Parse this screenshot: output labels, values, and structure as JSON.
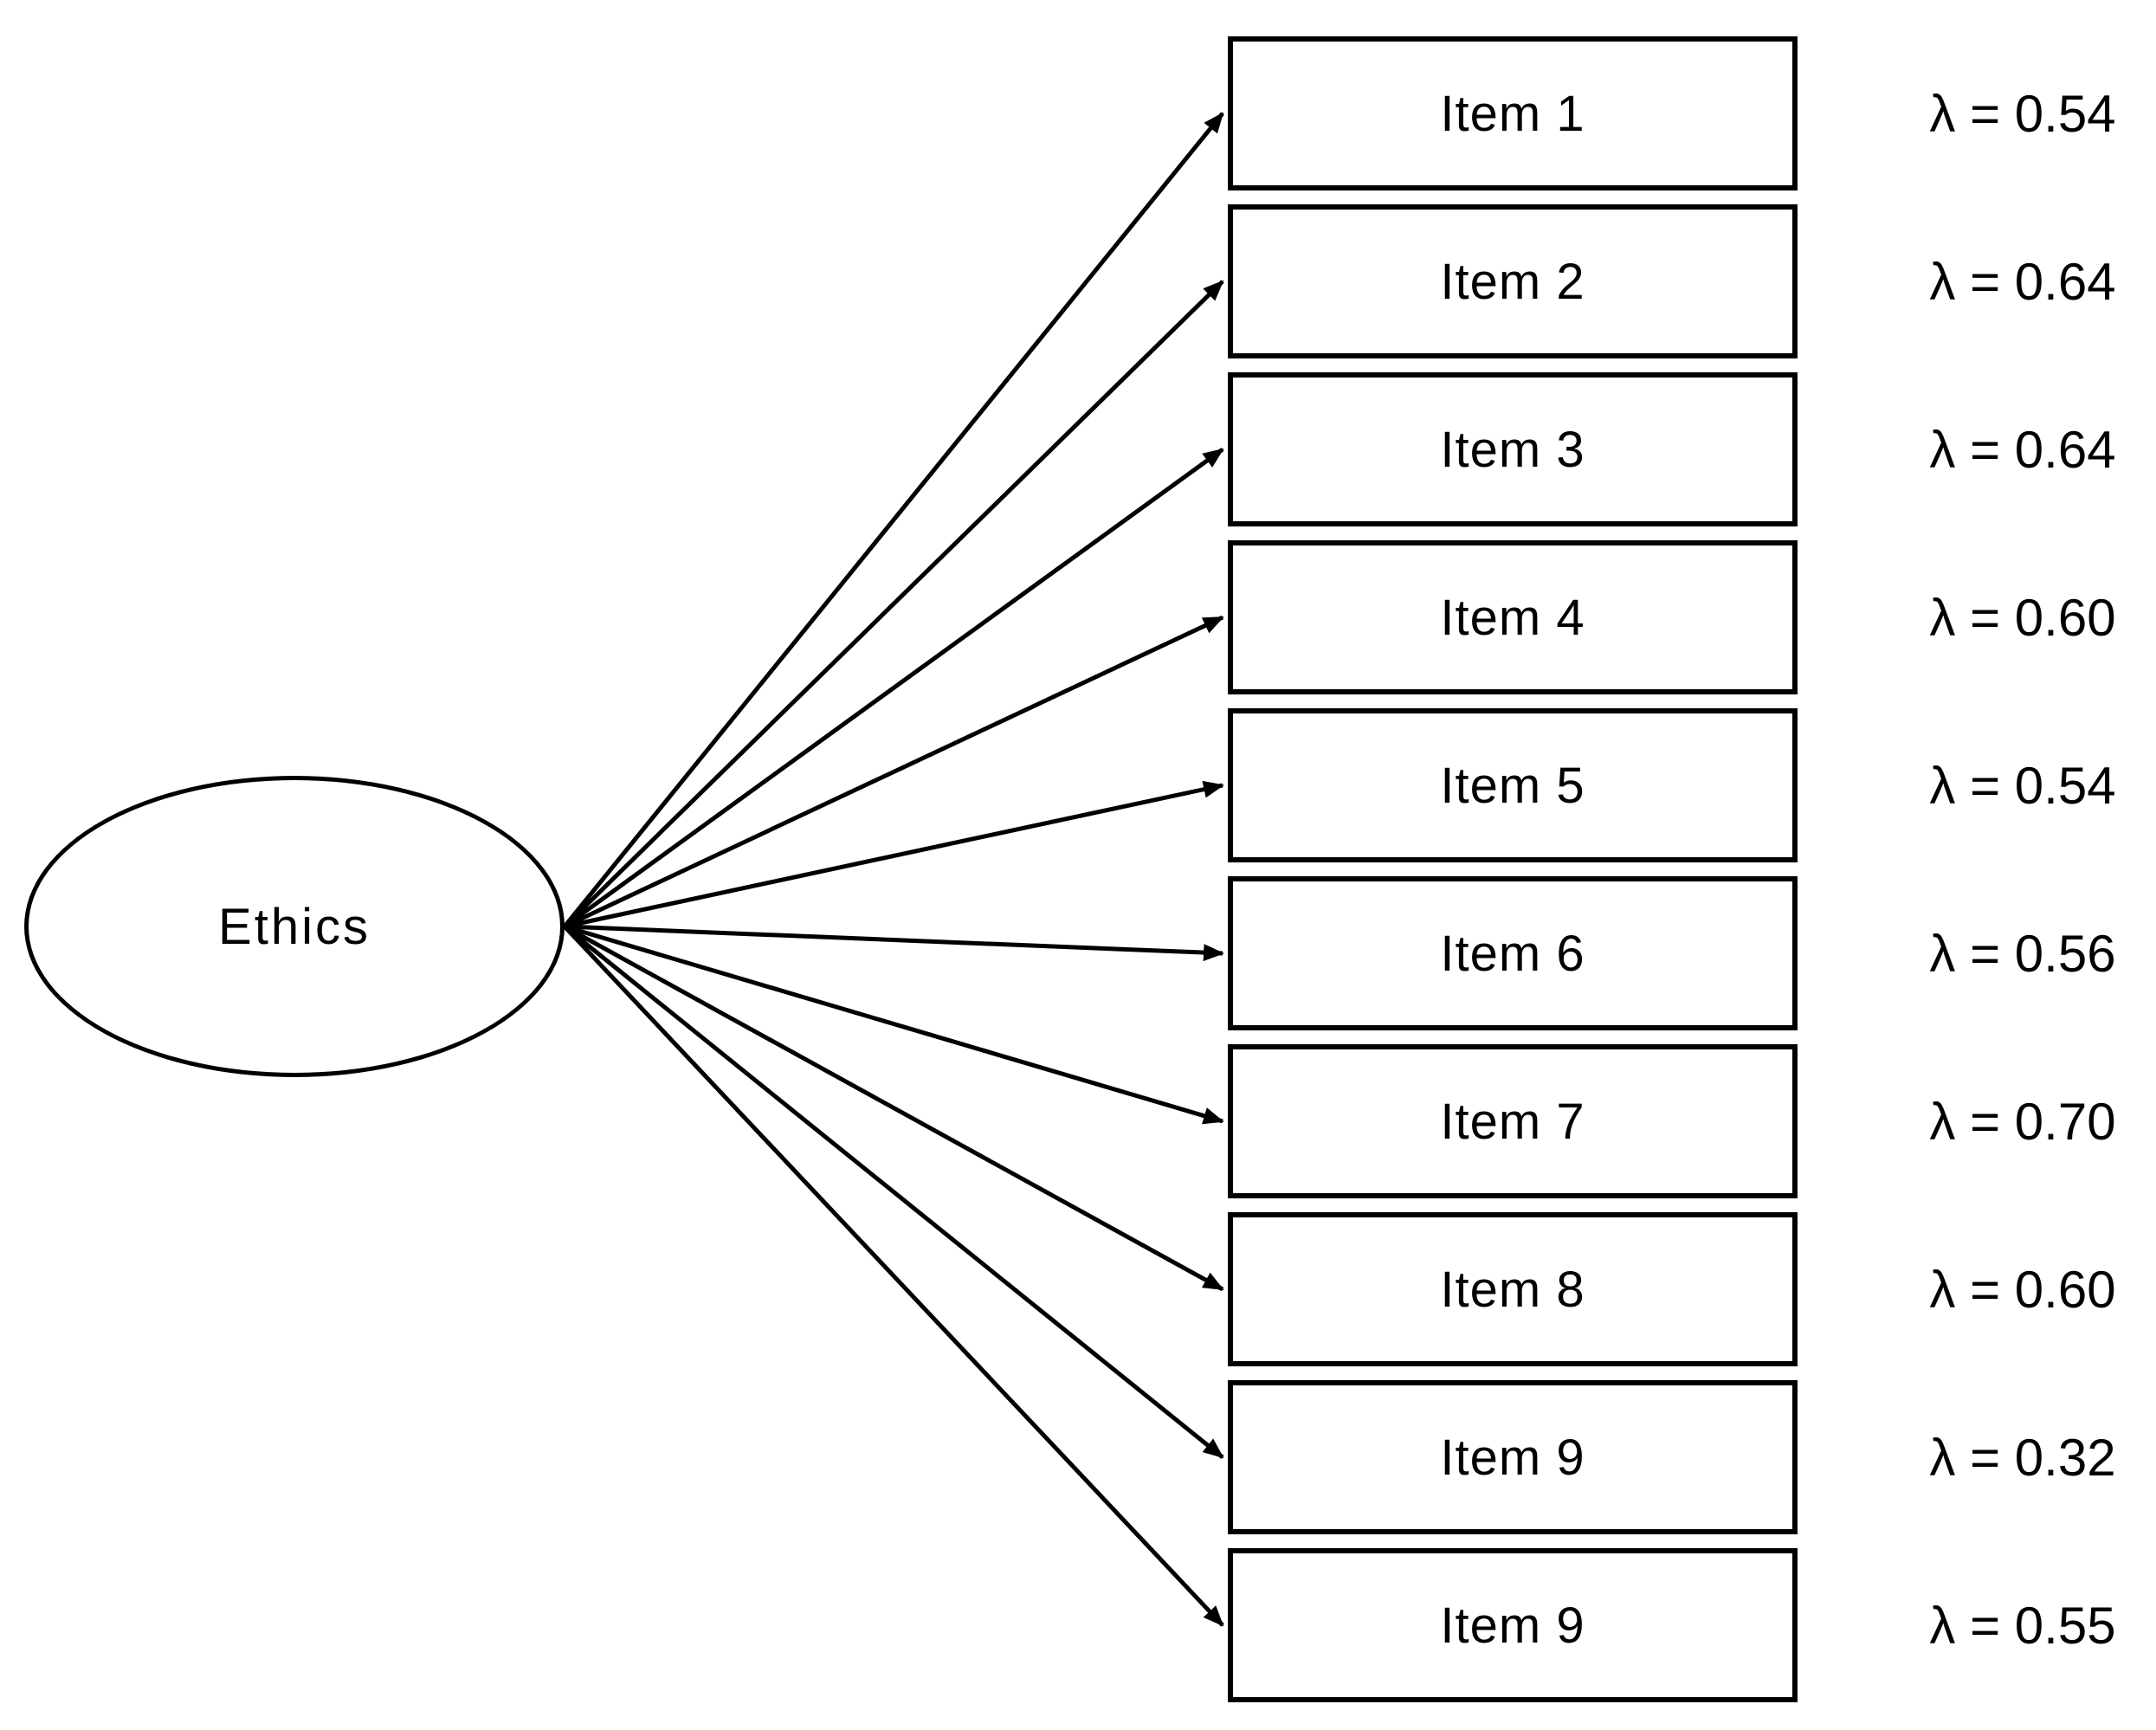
{
  "diagram": {
    "latent": {
      "label": "Ethics"
    },
    "items": [
      {
        "label": "Item 1",
        "loading": 0.54,
        "loading_text": "λ = 0.54"
      },
      {
        "label": "Item 2",
        "loading": 0.64,
        "loading_text": "λ = 0.64"
      },
      {
        "label": "Item 3",
        "loading": 0.64,
        "loading_text": "λ = 0.64"
      },
      {
        "label": "Item 4",
        "loading": 0.6,
        "loading_text": "λ = 0.60"
      },
      {
        "label": "Item 5",
        "loading": 0.54,
        "loading_text": "λ = 0.54"
      },
      {
        "label": "Item 6",
        "loading": 0.56,
        "loading_text": "λ = 0.56"
      },
      {
        "label": "Item 7",
        "loading": 0.7,
        "loading_text": "λ = 0.70"
      },
      {
        "label": "Item 8",
        "loading": 0.6,
        "loading_text": "λ = 0.60"
      },
      {
        "label": "Item 9",
        "loading": 0.32,
        "loading_text": "λ = 0.32"
      },
      {
        "label": "Item 9",
        "loading": 0.55,
        "loading_text": "λ = 0.55"
      }
    ],
    "colors": {
      "line": "#000000",
      "background": "#ffffff"
    }
  }
}
